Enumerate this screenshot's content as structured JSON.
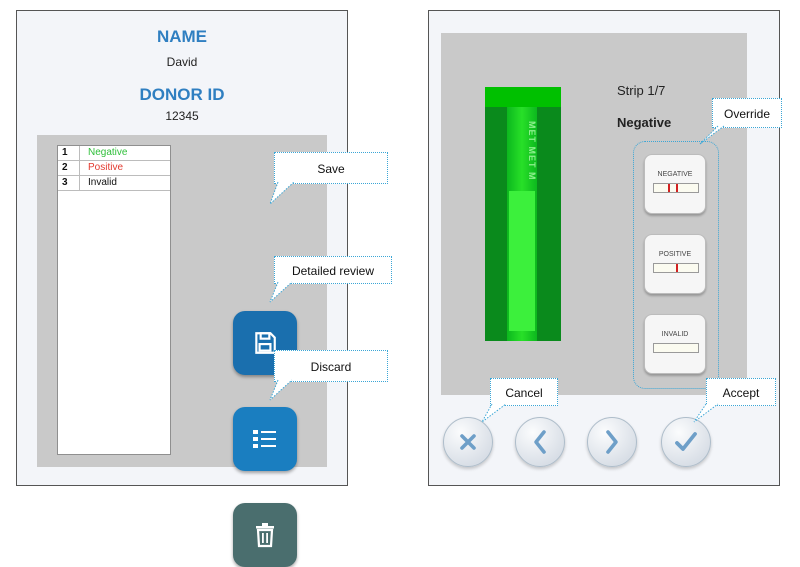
{
  "left_screen": {
    "name_label": "NAME",
    "name_value": "David",
    "donor_id_label": "DONOR ID",
    "donor_id_value": "12345",
    "results": [
      {
        "num": "1",
        "text": "Negative",
        "color": "#2fbf3a"
      },
      {
        "num": "2",
        "text": "Positive",
        "color": "#e23a2f"
      },
      {
        "num": "3",
        "text": "Invalid",
        "color": "#111111"
      }
    ],
    "buttons": {
      "save": {
        "icon": "floppy-disk-icon",
        "callout": "Save"
      },
      "review": {
        "icon": "checklist-icon",
        "callout": "Detailed review"
      },
      "discard": {
        "icon": "trash-icon",
        "callout": "Discard"
      }
    }
  },
  "right_screen": {
    "strip_counter": "Strip 1/7",
    "strip_result": "Negative",
    "strip_imprint": "MET MET M",
    "override_callout": "Override",
    "override_buttons": [
      {
        "label": "NEGATIVE",
        "lines": 2
      },
      {
        "label": "POSITIVE",
        "lines": 1
      },
      {
        "label": "INVALID",
        "lines": 0
      }
    ],
    "nav": {
      "cancel_icon": "x-icon",
      "prev_icon": "chevron-left-icon",
      "next_icon": "chevron-right-icon",
      "accept_icon": "checkmark-icon",
      "cancel_callout": "Cancel",
      "accept_callout": "Accept"
    }
  },
  "colors": {
    "title_blue": "#2f7fc1",
    "save_blue": "#1a6fae",
    "review_blue": "#1a7ec0",
    "discard_teal": "#4a6e6e",
    "callout_border": "#3ba6d6",
    "panel_gray": "#c9c9c9",
    "strip_green": "#28e028"
  }
}
